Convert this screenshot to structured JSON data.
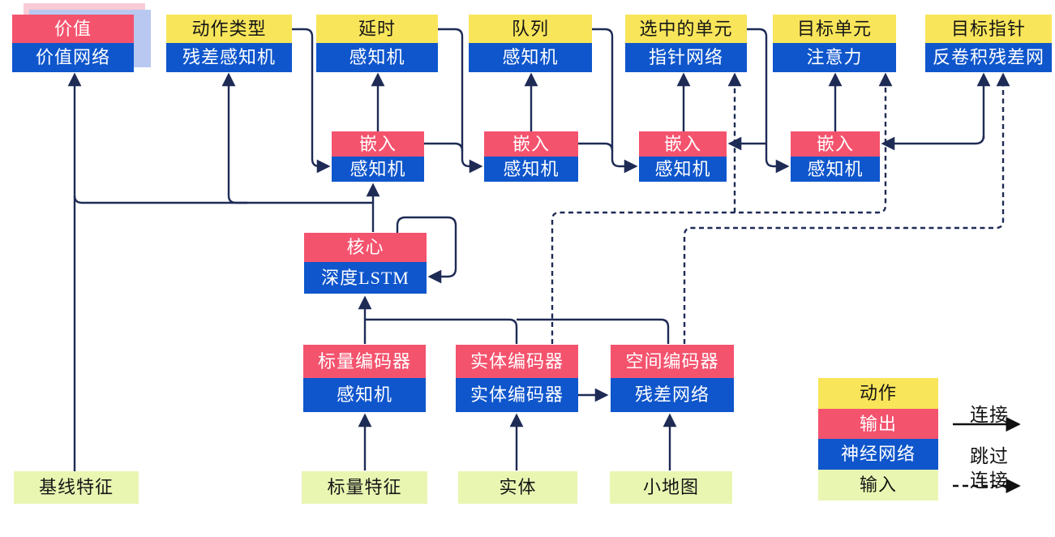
{
  "top": [
    {
      "label": "价值",
      "sublabel": "价值网络"
    },
    {
      "label": "动作类型",
      "sublabel": "残差感知机"
    },
    {
      "label": "延时",
      "sublabel": "感知机"
    },
    {
      "label": "队列",
      "sublabel": "感知机"
    },
    {
      "label": "选中的单元",
      "sublabel": "指针网络"
    },
    {
      "label": "目标单元",
      "sublabel": "注意力"
    },
    {
      "label": "目标指针",
      "sublabel": "反卷积残差网"
    }
  ],
  "emb": [
    {
      "label": "嵌入",
      "sublabel": "感知机"
    },
    {
      "label": "嵌入",
      "sublabel": "感知机"
    },
    {
      "label": "嵌入",
      "sublabel": "感知机"
    },
    {
      "label": "嵌入",
      "sublabel": "感知机"
    }
  ],
  "core": {
    "label": "核心",
    "sublabel": "深度LSTM"
  },
  "encoders": [
    {
      "label": "标量编码器",
      "sublabel": "感知机"
    },
    {
      "label": "实体编码器",
      "sublabel": "实体编码器"
    },
    {
      "label": "空间编码器",
      "sublabel": "残差网络"
    }
  ],
  "inputs": [
    "基线特征",
    "标量特征",
    "实体",
    "小地图"
  ],
  "legend": {
    "items": [
      "动作",
      "输出",
      "神经网络",
      "输入"
    ],
    "solid_label": "连接",
    "dashed_label_line1": "跳过",
    "dashed_label_line2": "连接"
  },
  "colors": {
    "action_yellow": "#F8E55A",
    "output_red": "#F4536E",
    "network_blue": "#0F56CC",
    "input_green": "#E9F6B2",
    "connector_navy": "#1E2B55",
    "value_shadow_pink": "#F8CBD7",
    "value_shadow_blue": "#B9C8F0",
    "legend_arrow_black": "#111111"
  }
}
